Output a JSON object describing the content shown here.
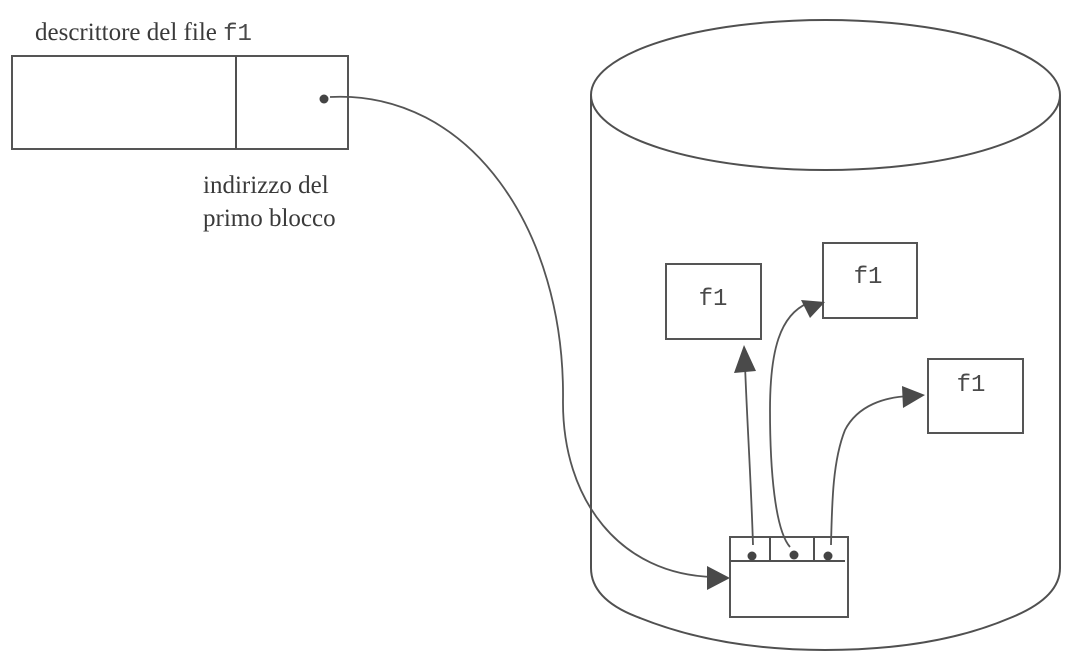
{
  "descriptor": {
    "title_prefix": "descrittore del file ",
    "title_filename": "f1",
    "pointer_label_line1": "indirizzo del",
    "pointer_label_line2": "primo blocco"
  },
  "disk": {
    "name": "disk",
    "index_block": {
      "pointer_count": 3
    },
    "data_blocks": [
      {
        "label": "f1"
      },
      {
        "label": "f1"
      },
      {
        "label": "f1"
      }
    ]
  },
  "colors": {
    "line": "#505050",
    "text": "#3a3a3a",
    "background": "#ffffff"
  }
}
